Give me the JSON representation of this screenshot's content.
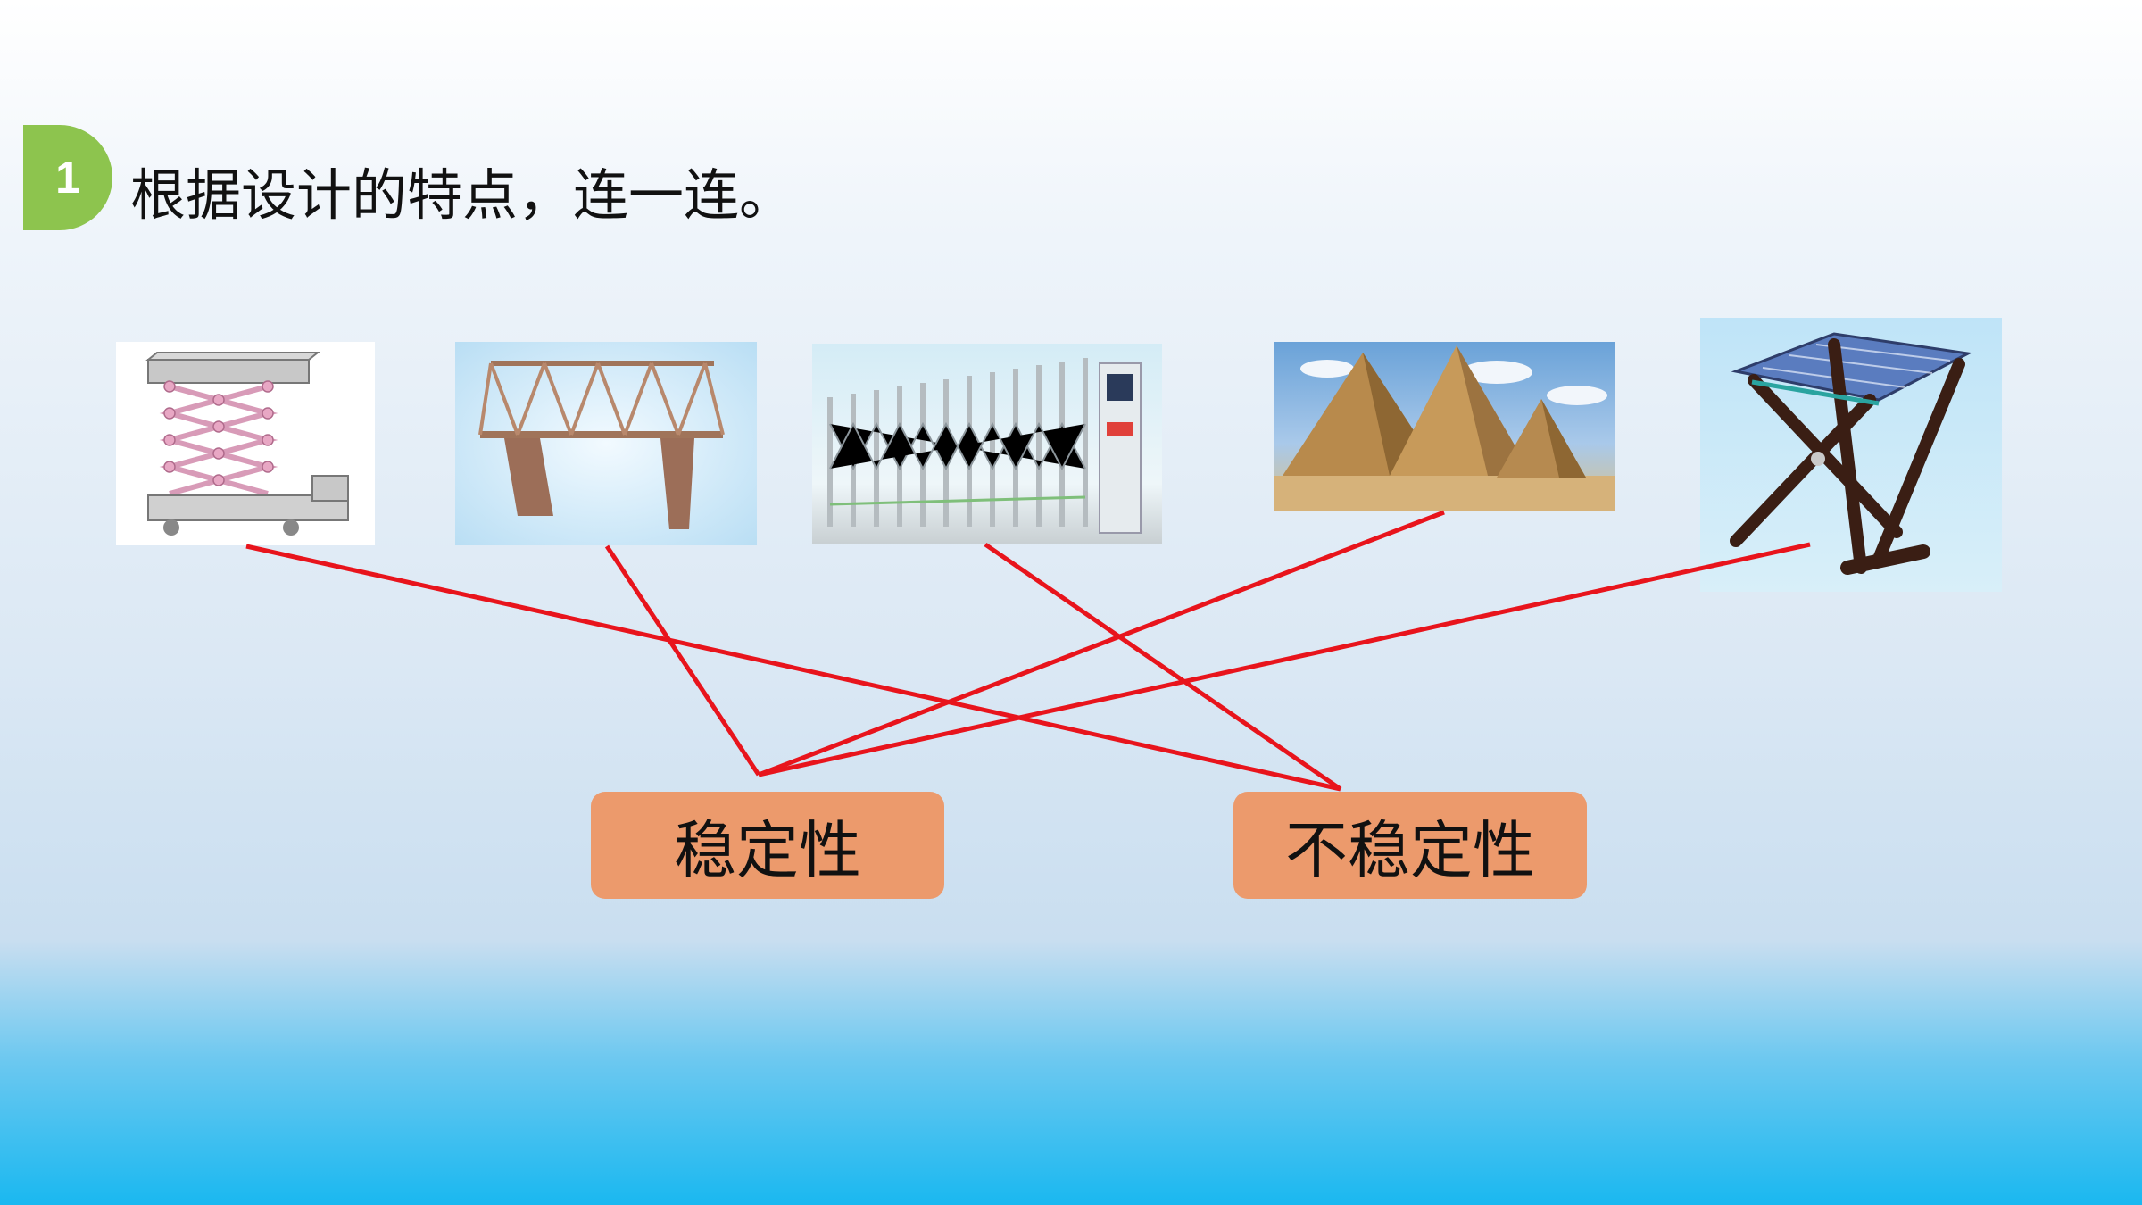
{
  "exercise": {
    "number": "1",
    "instruction": "根据设计的特点，连一连。"
  },
  "pictures": [
    {
      "id": "scissor-lift",
      "subject": "scissor lift platform"
    },
    {
      "id": "truss-bridge",
      "subject": "truss bridge model"
    },
    {
      "id": "retractable-gate",
      "subject": "retractable folding gate"
    },
    {
      "id": "pyramids",
      "subject": "Egyptian pyramids"
    },
    {
      "id": "folding-stool",
      "subject": "folding stool"
    }
  ],
  "categories": {
    "stable": "稳定性",
    "unstable": "不稳定性"
  },
  "connections": [
    {
      "from": "scissor-lift",
      "to": "unstable"
    },
    {
      "from": "truss-bridge",
      "to": "stable"
    },
    {
      "from": "retractable-gate",
      "to": "unstable"
    },
    {
      "from": "pyramids",
      "to": "stable"
    },
    {
      "from": "folding-stool",
      "to": "stable"
    }
  ],
  "colors": {
    "line": "#e8141c",
    "badge": "#8dc44e",
    "choice_box": "#ec9a6c"
  }
}
